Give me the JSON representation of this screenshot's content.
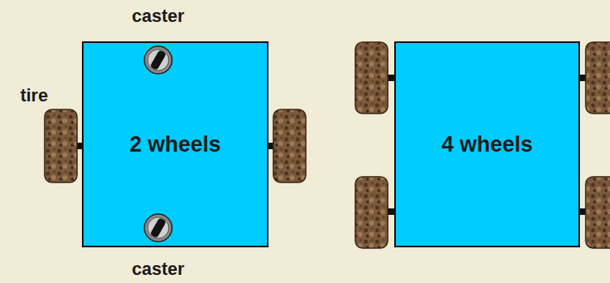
{
  "diagram": {
    "nodes": [
      {
        "text": [
          "2 wheels"
        ]
      },
      {
        "text": [
          "4 wheels"
        ]
      }
    ],
    "labels": [
      "caster",
      "tire",
      "caster"
    ]
  }
}
